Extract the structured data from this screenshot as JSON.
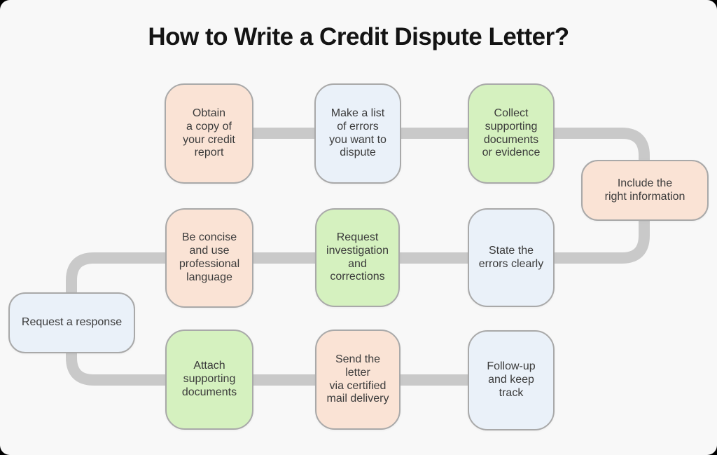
{
  "title": "How to Write a Credit Dispute Letter?",
  "palette": {
    "page_background": "#f8f8f8",
    "outer_corner": "#000000",
    "connector": "#c9c9c9",
    "box_border": "#a9a9a9",
    "peach_fill": "#fae3d5",
    "blue_fill": "#eaf1f9",
    "green_fill": "#d5f1bf",
    "box_text": "#3b3b3b",
    "title_text": "#141414"
  },
  "flow": {
    "order_note": "snake flow: steps 1-3 left-to-right, 4 on right edge, 5-7 right-to-left, 8 on left edge, 9-11 left-to-right",
    "steps": [
      {
        "index": 1,
        "label": "Obtain\na copy of\nyour credit\nreport",
        "color": "peach"
      },
      {
        "index": 2,
        "label": "Make a list\nof errors\nyou want to\ndispute",
        "color": "blue"
      },
      {
        "index": 3,
        "label": "Collect\nsupporting\ndocuments\nor evidence",
        "color": "green"
      },
      {
        "index": 4,
        "label": "Include the\nright information",
        "color": "peach"
      },
      {
        "index": 5,
        "label": "Be concise\nand use\nprofessional\nlanguage",
        "color": "peach"
      },
      {
        "index": 6,
        "label": "Request\ninvestigation\nand\ncorrections",
        "color": "green"
      },
      {
        "index": 7,
        "label": "State the\nerrors clearly",
        "color": "blue"
      },
      {
        "index": 8,
        "label": "Request a response",
        "color": "blue"
      },
      {
        "index": 9,
        "label": "Attach\nsupporting\ndocuments",
        "color": "green"
      },
      {
        "index": 10,
        "label": "Send the\nletter\nvia certified\nmail delivery",
        "color": "peach"
      },
      {
        "index": 11,
        "label": "Follow-up\nand keep\ntrack",
        "color": "blue"
      }
    ]
  }
}
